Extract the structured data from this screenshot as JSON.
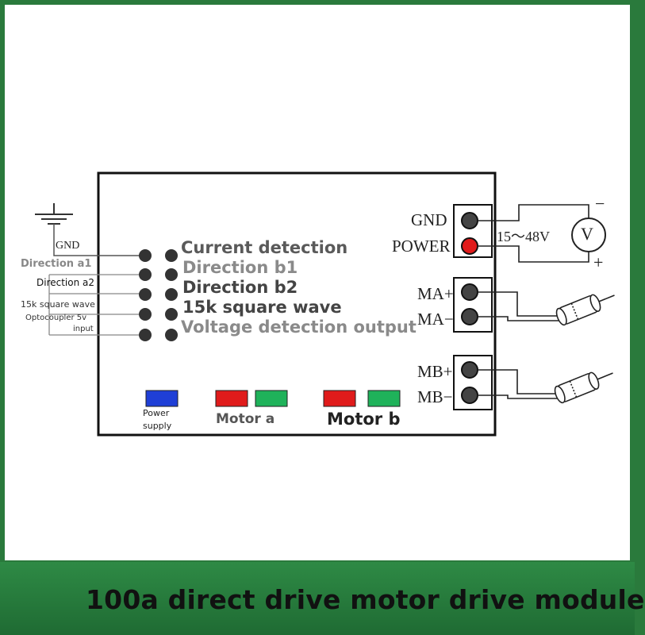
{
  "title": "100a direct drive motor drive module",
  "left_pins": {
    "gnd": "GND",
    "direction_a1": "Direction a1",
    "direction_a2": "Direction a2",
    "square_wave": "15k square wave",
    "optocoupler_1": "Optocoupler 5v",
    "optocoupler_2": "input"
  },
  "right_pins": {
    "current_detection": "Current detection",
    "direction_b1": "Direction b1",
    "direction_b2": "Direction b2",
    "square_wave": "15k square wave",
    "voltage_output": "Voltage detection output"
  },
  "terminals": {
    "gnd": "GND",
    "power": "POWER",
    "ma_plus": "MA+",
    "ma_minus": "MA−",
    "mb_plus": "MB+",
    "mb_minus": "MB−"
  },
  "supply": {
    "range": "15～48V",
    "meter": "V",
    "minus": "−",
    "plus": "+"
  },
  "leds": {
    "power_label_1": "Power",
    "power_label_2": "supply",
    "motor_a": "Motor a",
    "motor_b": "Motor b"
  },
  "colors": {
    "power_led": "#1f3fd6",
    "red_led": "#e01b1b",
    "green_led": "#1fb25a",
    "power_dot": "#e01b1b"
  }
}
